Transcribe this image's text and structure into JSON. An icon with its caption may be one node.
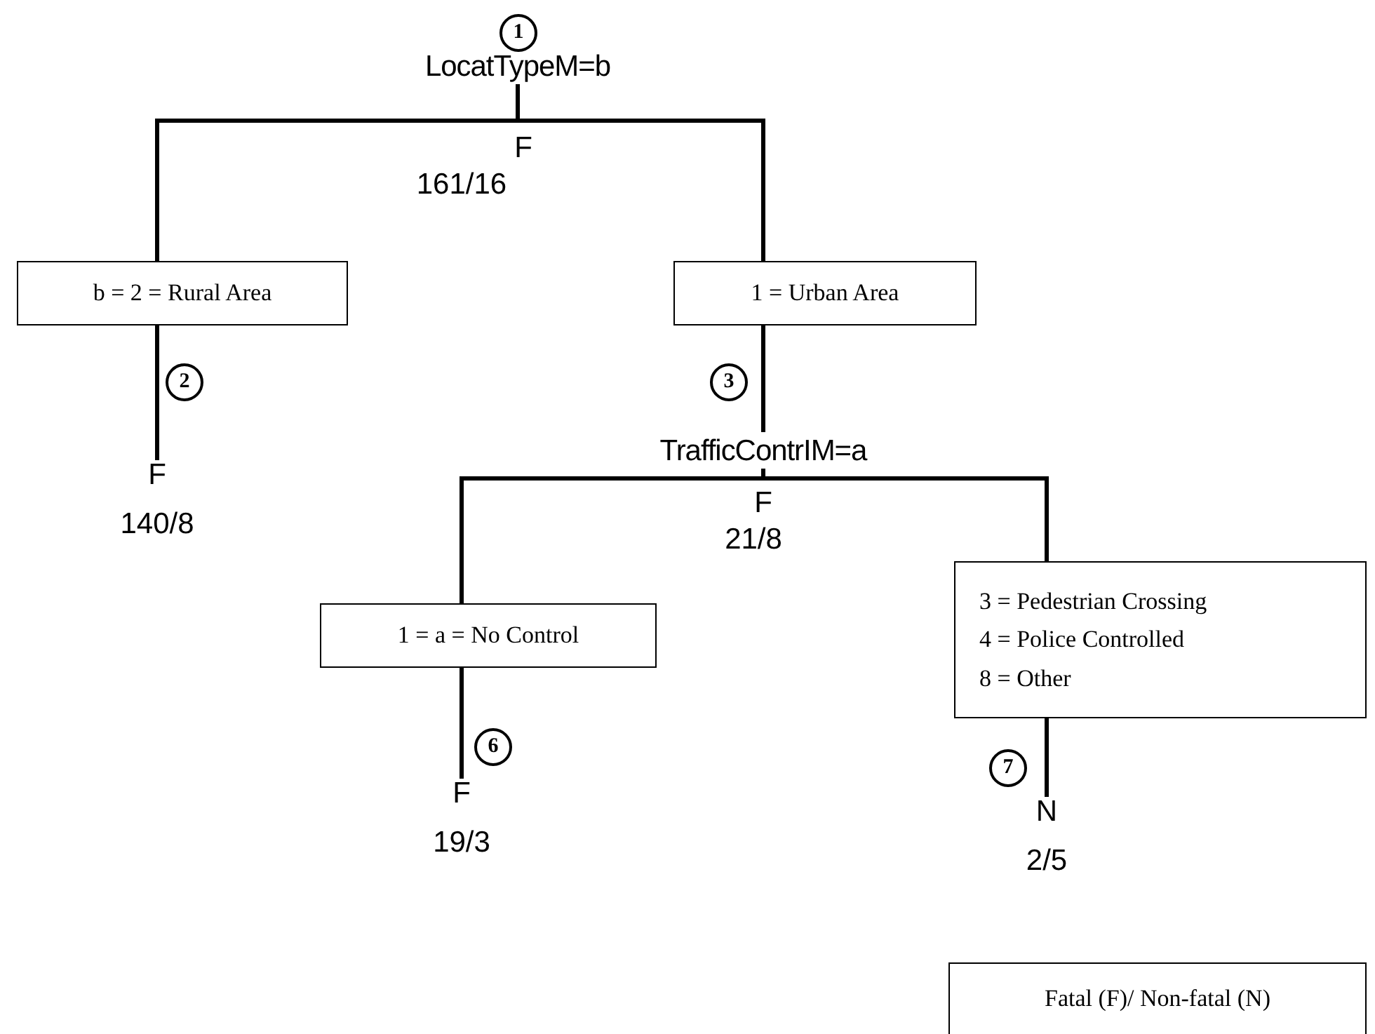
{
  "diagram": {
    "nodes": [
      {
        "text": [
          "1"
        ]
      },
      {
        "text": [
          "LocatTypeM=b"
        ],
        "beside": [
          "F",
          "161/16"
        ]
      },
      {
        "text": [
          "b = 2 = Rural Area"
        ]
      },
      {
        "text": [
          "1 = Urban Area"
        ]
      },
      {
        "text": [
          "2"
        ]
      },
      {
        "text": [
          "3"
        ]
      },
      {
        "text": [
          "F",
          "140/8"
        ]
      },
      {
        "text": [
          "TrafficContrIM=a"
        ],
        "beside": [
          "F",
          "21/8"
        ]
      },
      {
        "text": [
          "1 = a = No Control"
        ]
      },
      {
        "text": [
          "3 = Pedestrian Crossing",
          "4 = Police Controlled",
          "8 = Other"
        ]
      },
      {
        "text": [
          "6"
        ]
      },
      {
        "text": [
          "7"
        ]
      },
      {
        "text": [
          "F",
          "19/3"
        ]
      },
      {
        "text": [
          "N",
          "2/5"
        ]
      },
      {
        "text": [
          "Fatal (F)/ Non-fatal (N)"
        ]
      }
    ],
    "edges": [
      {
        "from": 1,
        "to": 2,
        "arrow": "none"
      },
      {
        "from": 2,
        "to": 6,
        "arrow": "none"
      },
      {
        "from": 1,
        "to": 3,
        "arrow": "none"
      },
      {
        "from": 3,
        "to": 7,
        "arrow": "none"
      },
      {
        "from": 7,
        "to": 8,
        "arrow": "none"
      },
      {
        "from": 8,
        "to": 12,
        "arrow": "none"
      },
      {
        "from": 7,
        "to": 9,
        "arrow": "none"
      },
      {
        "from": 9,
        "to": 13,
        "arrow": "none"
      }
    ]
  }
}
